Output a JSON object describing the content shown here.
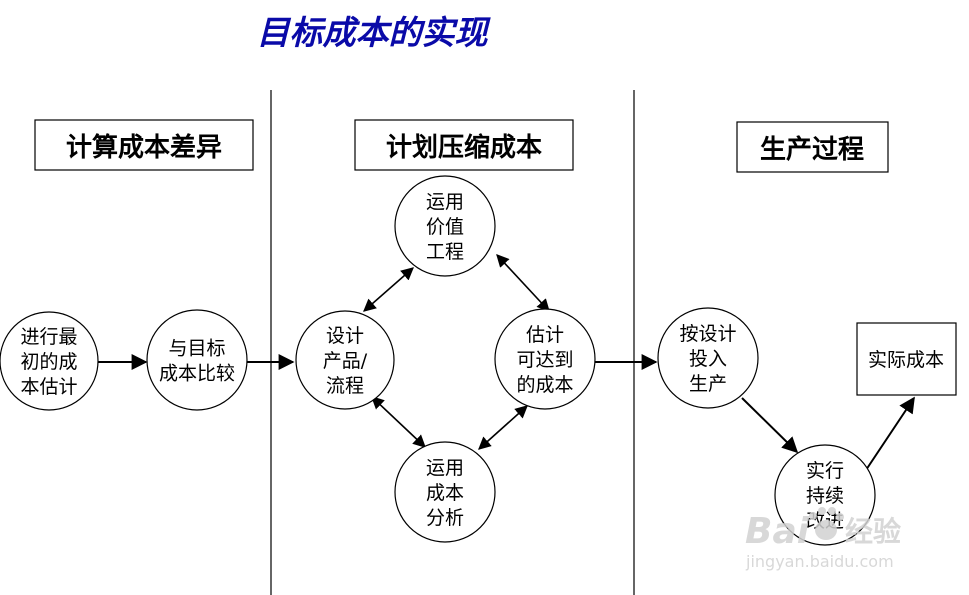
{
  "title": "目标成本的实现",
  "colors": {
    "title": "#0a0aa8",
    "stroke": "#000000",
    "background": "#ffffff",
    "watermark": "#cfcfcf"
  },
  "sections": [
    {
      "id": "calc",
      "label": "计算成本差异"
    },
    {
      "id": "plan",
      "label": "计划压缩成本"
    },
    {
      "id": "prod",
      "label": "生产过程"
    }
  ],
  "nodes": [
    {
      "id": "initial",
      "lines": [
        "进行最",
        "初的成",
        "本估计"
      ]
    },
    {
      "id": "compare",
      "lines": [
        "与目标",
        "成本比较"
      ]
    },
    {
      "id": "design",
      "lines": [
        "设计",
        "产品/",
        "流程"
      ]
    },
    {
      "id": "value",
      "lines": [
        "运用",
        "价值",
        "工程"
      ]
    },
    {
      "id": "estimate",
      "lines": [
        "估计",
        "可达到",
        "的成本"
      ]
    },
    {
      "id": "analysis",
      "lines": [
        "运用",
        "成本",
        "分析"
      ]
    },
    {
      "id": "produce",
      "lines": [
        "按设计",
        "投入",
        "生产"
      ]
    },
    {
      "id": "improve",
      "lines": [
        "实行",
        "持续",
        "改进"
      ]
    },
    {
      "id": "actual",
      "lines": [
        "实际成本"
      ]
    }
  ],
  "watermark": {
    "brand": "Bai",
    "brand2": "经验",
    "url": "jingyan.baidu.com"
  }
}
